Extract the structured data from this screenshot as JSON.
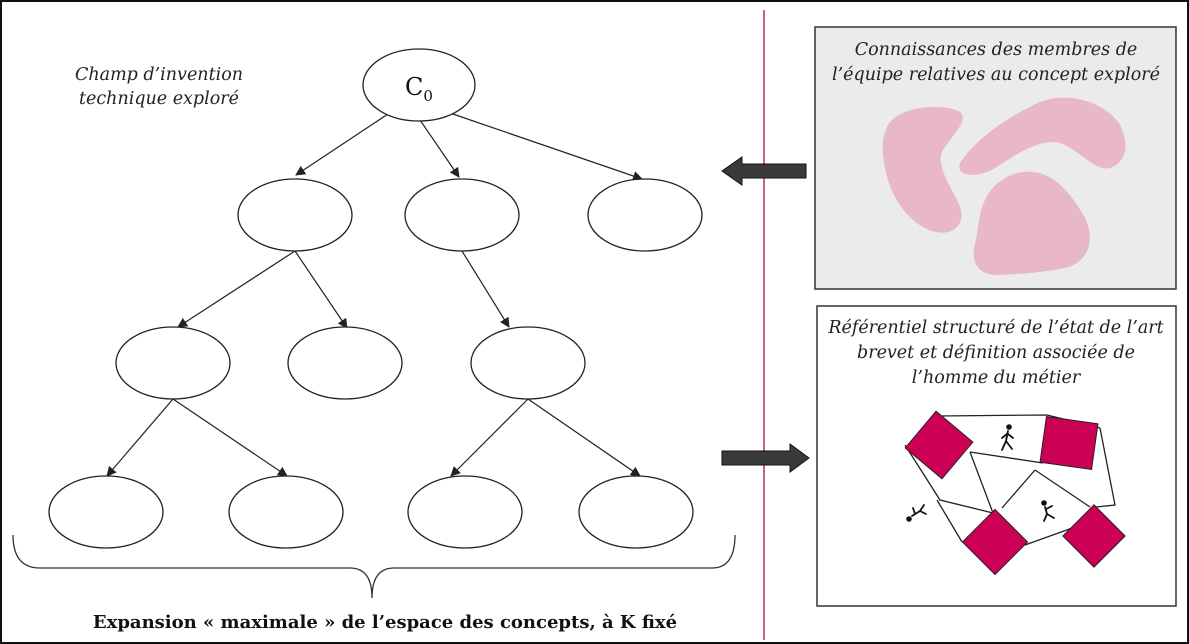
{
  "tree": {
    "title_line1": "Champ d’invention",
    "title_line2": "technique exploré",
    "root": {
      "letter": "C",
      "subscript": "0"
    }
  },
  "caption": "Expansion « maximale » de l’espace des concepts, à K fixé",
  "panel_top": {
    "title_line1": "Connaissances des membres de",
    "title_line2": "l’équipe relatives au concept exploré",
    "blob_color": "#e8b8c8",
    "background": "#ebebeb"
  },
  "panel_bottom": {
    "title_line1": "Référentiel structuré de l’état de l’art",
    "title_line2": "brevet et définition associée de",
    "title_line3": "l’homme du métier",
    "square_color": "#cc0055"
  },
  "divider_color": "#c0285a",
  "arrow_color": "#3a3a3a"
}
